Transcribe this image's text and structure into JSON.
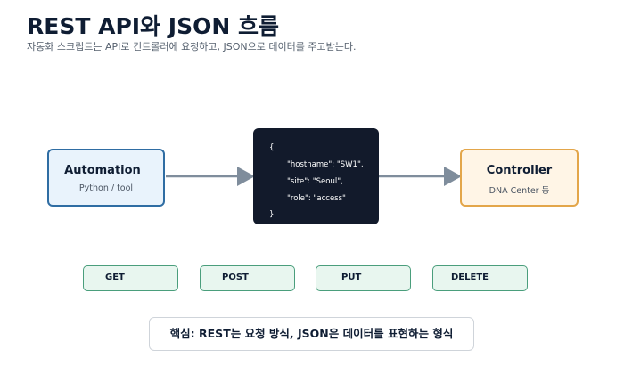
{
  "header": {
    "title": "REST API와 JSON 흐름",
    "subtitle": "자동화 스크립트는 API로 컨트롤러에 요청하고, JSON으로 데이터를 주고받는다."
  },
  "nodes": {
    "automation": {
      "title": "Automation",
      "subtitle": "Python / tool"
    },
    "controller": {
      "title": "Controller",
      "subtitle": "DNA Center 등"
    }
  },
  "json_payload": {
    "lines": [
      "{",
      "\"hostname\": \"SW1\",",
      "\"site\": \"Seoul\",",
      "\"role\": \"access\"",
      "}"
    ]
  },
  "methods": [
    "GET",
    "POST",
    "PUT",
    "DELETE"
  ],
  "callout": {
    "text": "핵심: REST는 요청 방식, JSON은 데이터를 표현하는 형식"
  },
  "colors": {
    "automation_fill": "#e9f3fc",
    "automation_border": "#2f6da3",
    "controller_fill": "#fff5e6",
    "controller_border": "#e3a64a",
    "json_box": "#121a2b",
    "method_fill": "#e8f6ef",
    "method_border": "#4a9e7c",
    "arrow": "#7f8d9c"
  }
}
